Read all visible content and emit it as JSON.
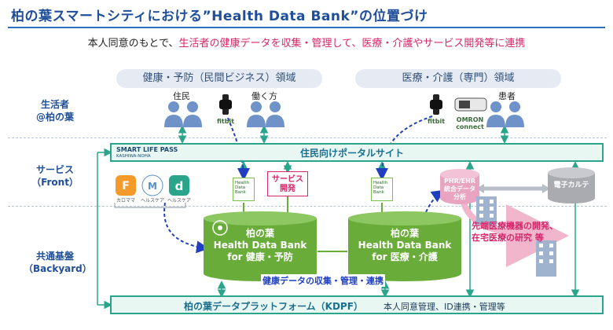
{
  "title": "柏の葉スマートシティにおける”Health Data Bank”の位置づけ",
  "subtitle": {
    "prefix": "本人同意のもとで、",
    "highlight": "生活者の健康データを収集・管理して、医療・介護やサービス開発等に連携"
  },
  "domains": {
    "left": "健康・予防（民間ビジネス）領域",
    "right": "医療・介護（専門）領域"
  },
  "rows": {
    "consumer": [
      "生活者",
      "@柏の葉"
    ],
    "service": [
      "サービス",
      "（Front）"
    ],
    "backyard": [
      "共通基盤",
      "（Backyard）"
    ]
  },
  "people": {
    "residents": "住民",
    "workers": "働く方",
    "patients": "患者"
  },
  "devices": {
    "fitbit_left": "fitbit",
    "fitbit_right": "fitbit",
    "omron": [
      "OMRON",
      "connect"
    ]
  },
  "portal": {
    "logo_main": "SMART LIFE PASS",
    "logo_sub": "KASHIWA-NOHA",
    "label": "住民向けポータルサイト"
  },
  "apps": {
    "calomama": "カロママ",
    "cm_app": "ヘルスケア",
    "d_app": "ヘルスケア"
  },
  "hdb_small": [
    "Health",
    "Data",
    "Bank"
  ],
  "service_dev": [
    "サービス",
    "開発"
  ],
  "phr": [
    "PHR/EHR",
    "統合データ",
    "分析"
  ],
  "ecarte": "電子カルテ",
  "pink_note": [
    "先端医療機器の開発、",
    "在宅医療の研究 等"
  ],
  "hdb_prevention": [
    "柏の葉",
    "Health Data Bank",
    "for 健康・予防"
  ],
  "hdb_medical": [
    "柏の葉",
    "Health Data Bank",
    "for 医療・介護"
  ],
  "collect_label": "健康データの収集・管理・連携",
  "kdpf": {
    "label": "柏の葉データプラットフォーム（KDPF）",
    "sub": "本人同意管理、ID連携・管理等"
  },
  "colors": {
    "title_blue": "#1f4e9a",
    "accent_pink": "#d7266b",
    "teal": "#2aa58c",
    "green": "#6aac3a",
    "dark_blue_arrow": "#1f3fbf"
  }
}
